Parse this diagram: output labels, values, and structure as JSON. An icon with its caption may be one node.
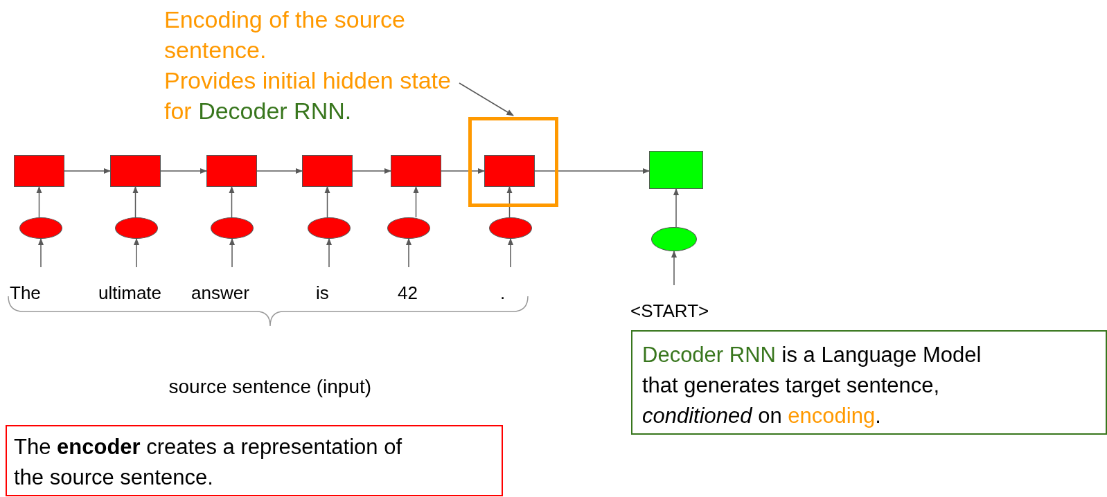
{
  "diagram": {
    "nodes": [
      {
        "text": [],
        "shape": "box"
      },
      {
        "text": [],
        "shape": "box"
      },
      {
        "text": [],
        "shape": "box"
      },
      {
        "text": [],
        "shape": "box"
      },
      {
        "text": [],
        "shape": "box"
      },
      {
        "text": [],
        "shape": "box"
      },
      {
        "text": [],
        "shape": "box",
        "in": 5
      },
      {
        "text": [],
        "shape": "box"
      },
      {
        "text": [],
        "shape": "ellipse"
      },
      {
        "text": [],
        "shape": "ellipse"
      },
      {
        "text": [],
        "shape": "ellipse"
      },
      {
        "text": [],
        "shape": "ellipse"
      },
      {
        "text": [],
        "shape": "ellipse"
      },
      {
        "text": [],
        "shape": "ellipse"
      },
      {
        "text": [],
        "shape": "ellipse"
      },
      {
        "text": [
          "The"
        ]
      },
      {
        "text": [
          "ultimate"
        ]
      },
      {
        "text": [
          "answer"
        ]
      },
      {
        "text": [
          "is"
        ]
      },
      {
        "text": [
          "42"
        ]
      },
      {
        "text": [
          "."
        ]
      },
      {
        "text": [
          "<START>"
        ]
      },
      {
        "text": [
          "Encoding of the source sentence.",
          "Provides initial hidden state for",
          "Decoder RNN."
        ]
      },
      {
        "text": [
          "The **encoder** creates a representation of the source sentence."
        ]
      },
      {
        "text": [
          "Decoder RNN",
          "is a Language Model that generates target sentence, *conditioned* on",
          "encoding",
          "."
        ]
      }
    ],
    "edges": [
      {
        "from": 0,
        "to": 1,
        "arrow": "to"
      },
      {
        "from": 1,
        "to": 2,
        "arrow": "to"
      },
      {
        "from": 2,
        "to": 3,
        "arrow": "to"
      },
      {
        "from": 3,
        "to": 4,
        "arrow": "to"
      },
      {
        "from": 4,
        "to": 6,
        "arrow": "to"
      },
      {
        "from": 6,
        "to": 7,
        "arrow": "to"
      },
      {
        "from": 8,
        "to": 0,
        "arrow": "to"
      },
      {
        "from": 9,
        "to": 1,
        "arrow": "to"
      },
      {
        "from": 10,
        "to": 2,
        "arrow": "to"
      },
      {
        "from": 11,
        "to": 3,
        "arrow": "to"
      },
      {
        "from": 12,
        "to": 4,
        "arrow": "to"
      },
      {
        "from": 13,
        "to": 6,
        "arrow": "to"
      },
      {
        "from": 14,
        "to": 7,
        "arrow": "to"
      },
      {
        "from": 15,
        "to": 8,
        "arrow": "to"
      },
      {
        "from": 16,
        "to": 9,
        "arrow": "to"
      },
      {
        "from": 17,
        "to": 10,
        "arrow": "to"
      },
      {
        "from": 18,
        "to": 11,
        "arrow": "to"
      },
      {
        "from": 19,
        "to": 12,
        "arrow": "to"
      },
      {
        "from": 20,
        "to": 13,
        "arrow": "to"
      },
      {
        "from": 21,
        "to": 14,
        "arrow": "to"
      },
      {
        "from": 22,
        "to": 5,
        "arrow": "to"
      }
    ],
    "labels": [
      "source sentence (input)"
    ]
  }
}
